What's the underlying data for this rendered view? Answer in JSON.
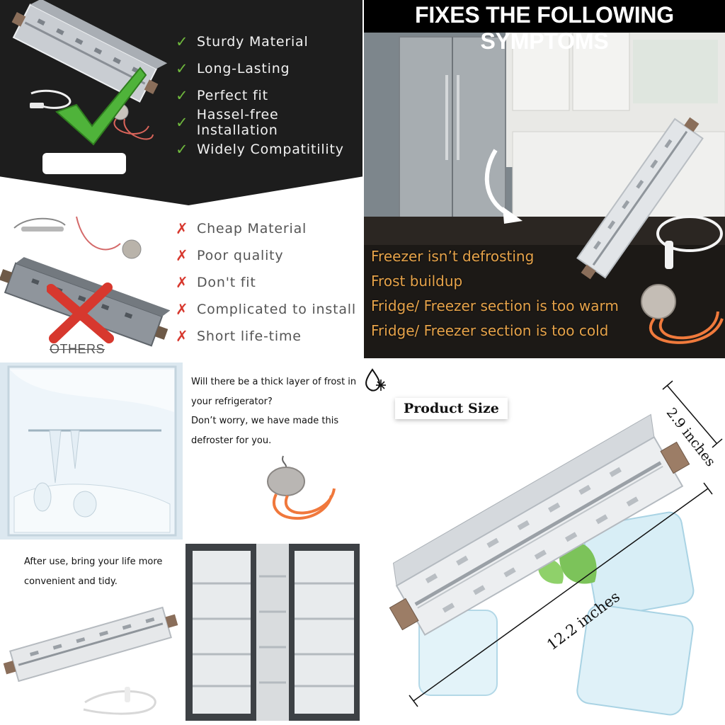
{
  "comparison": {
    "pros": [
      {
        "icon": "check-icon",
        "label": "Sturdy Material"
      },
      {
        "icon": "check-icon",
        "label": "Long-Lasting"
      },
      {
        "icon": "check-icon",
        "label": "Perfect fit"
      },
      {
        "icon": "check-icon",
        "label": "Hassel-free Installation"
      },
      {
        "icon": "check-icon",
        "label": "Widely Compatitility"
      }
    ],
    "cons": [
      {
        "icon": "cross-icon",
        "label": "Cheap Material"
      },
      {
        "icon": "cross-icon",
        "label": "Poor quality"
      },
      {
        "icon": "cross-icon",
        "label": "Don't fit"
      },
      {
        "icon": "cross-icon",
        "label": "Complicated to install"
      },
      {
        "icon": "cross-icon",
        "label": "Short life-time"
      }
    ],
    "others_label": "OTHERS",
    "colors": {
      "check": "#6fb83d",
      "cross": "#d7382e",
      "dark_bg": "#1d1d1d"
    }
  },
  "symptoms": {
    "title": "FIXES THE FOLLOWING SYMPTOMS",
    "items": [
      "Freezer isn’t defrosting",
      "Frost buildup",
      "Fridge/ Freezer section is too warm",
      "Fridge/ Freezer section is too cold"
    ],
    "text_color": "#e6a34a"
  },
  "frost": {
    "question": "Will there be a thick layer of frost in your refrigerator?",
    "answer": "Don’t worry, we have made this defroster for you."
  },
  "after_use": {
    "text": "After use, bring your life more convenient and tidy."
  },
  "product_size": {
    "title": "Product Size",
    "height_label": "2.9 inches",
    "length_label": "12.2 inches",
    "icon": "water-snowflake-icon"
  }
}
